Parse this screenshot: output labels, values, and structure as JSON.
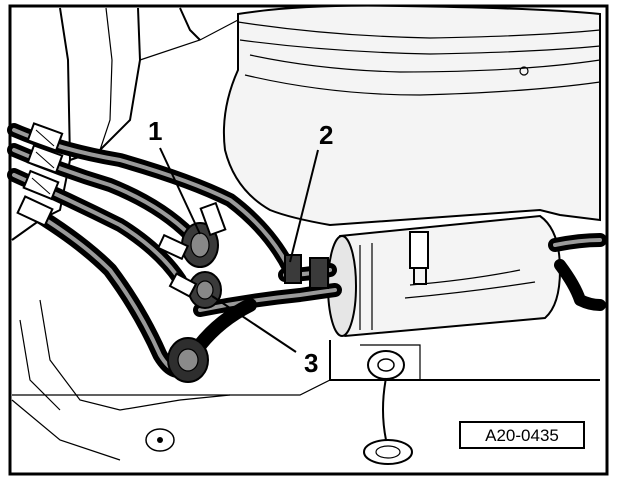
{
  "diagram": {
    "callouts": [
      {
        "id": "1",
        "label": "1"
      },
      {
        "id": "2",
        "label": "2"
      },
      {
        "id": "3",
        "label": "3"
      }
    ],
    "reference_code": "A20-0435"
  }
}
